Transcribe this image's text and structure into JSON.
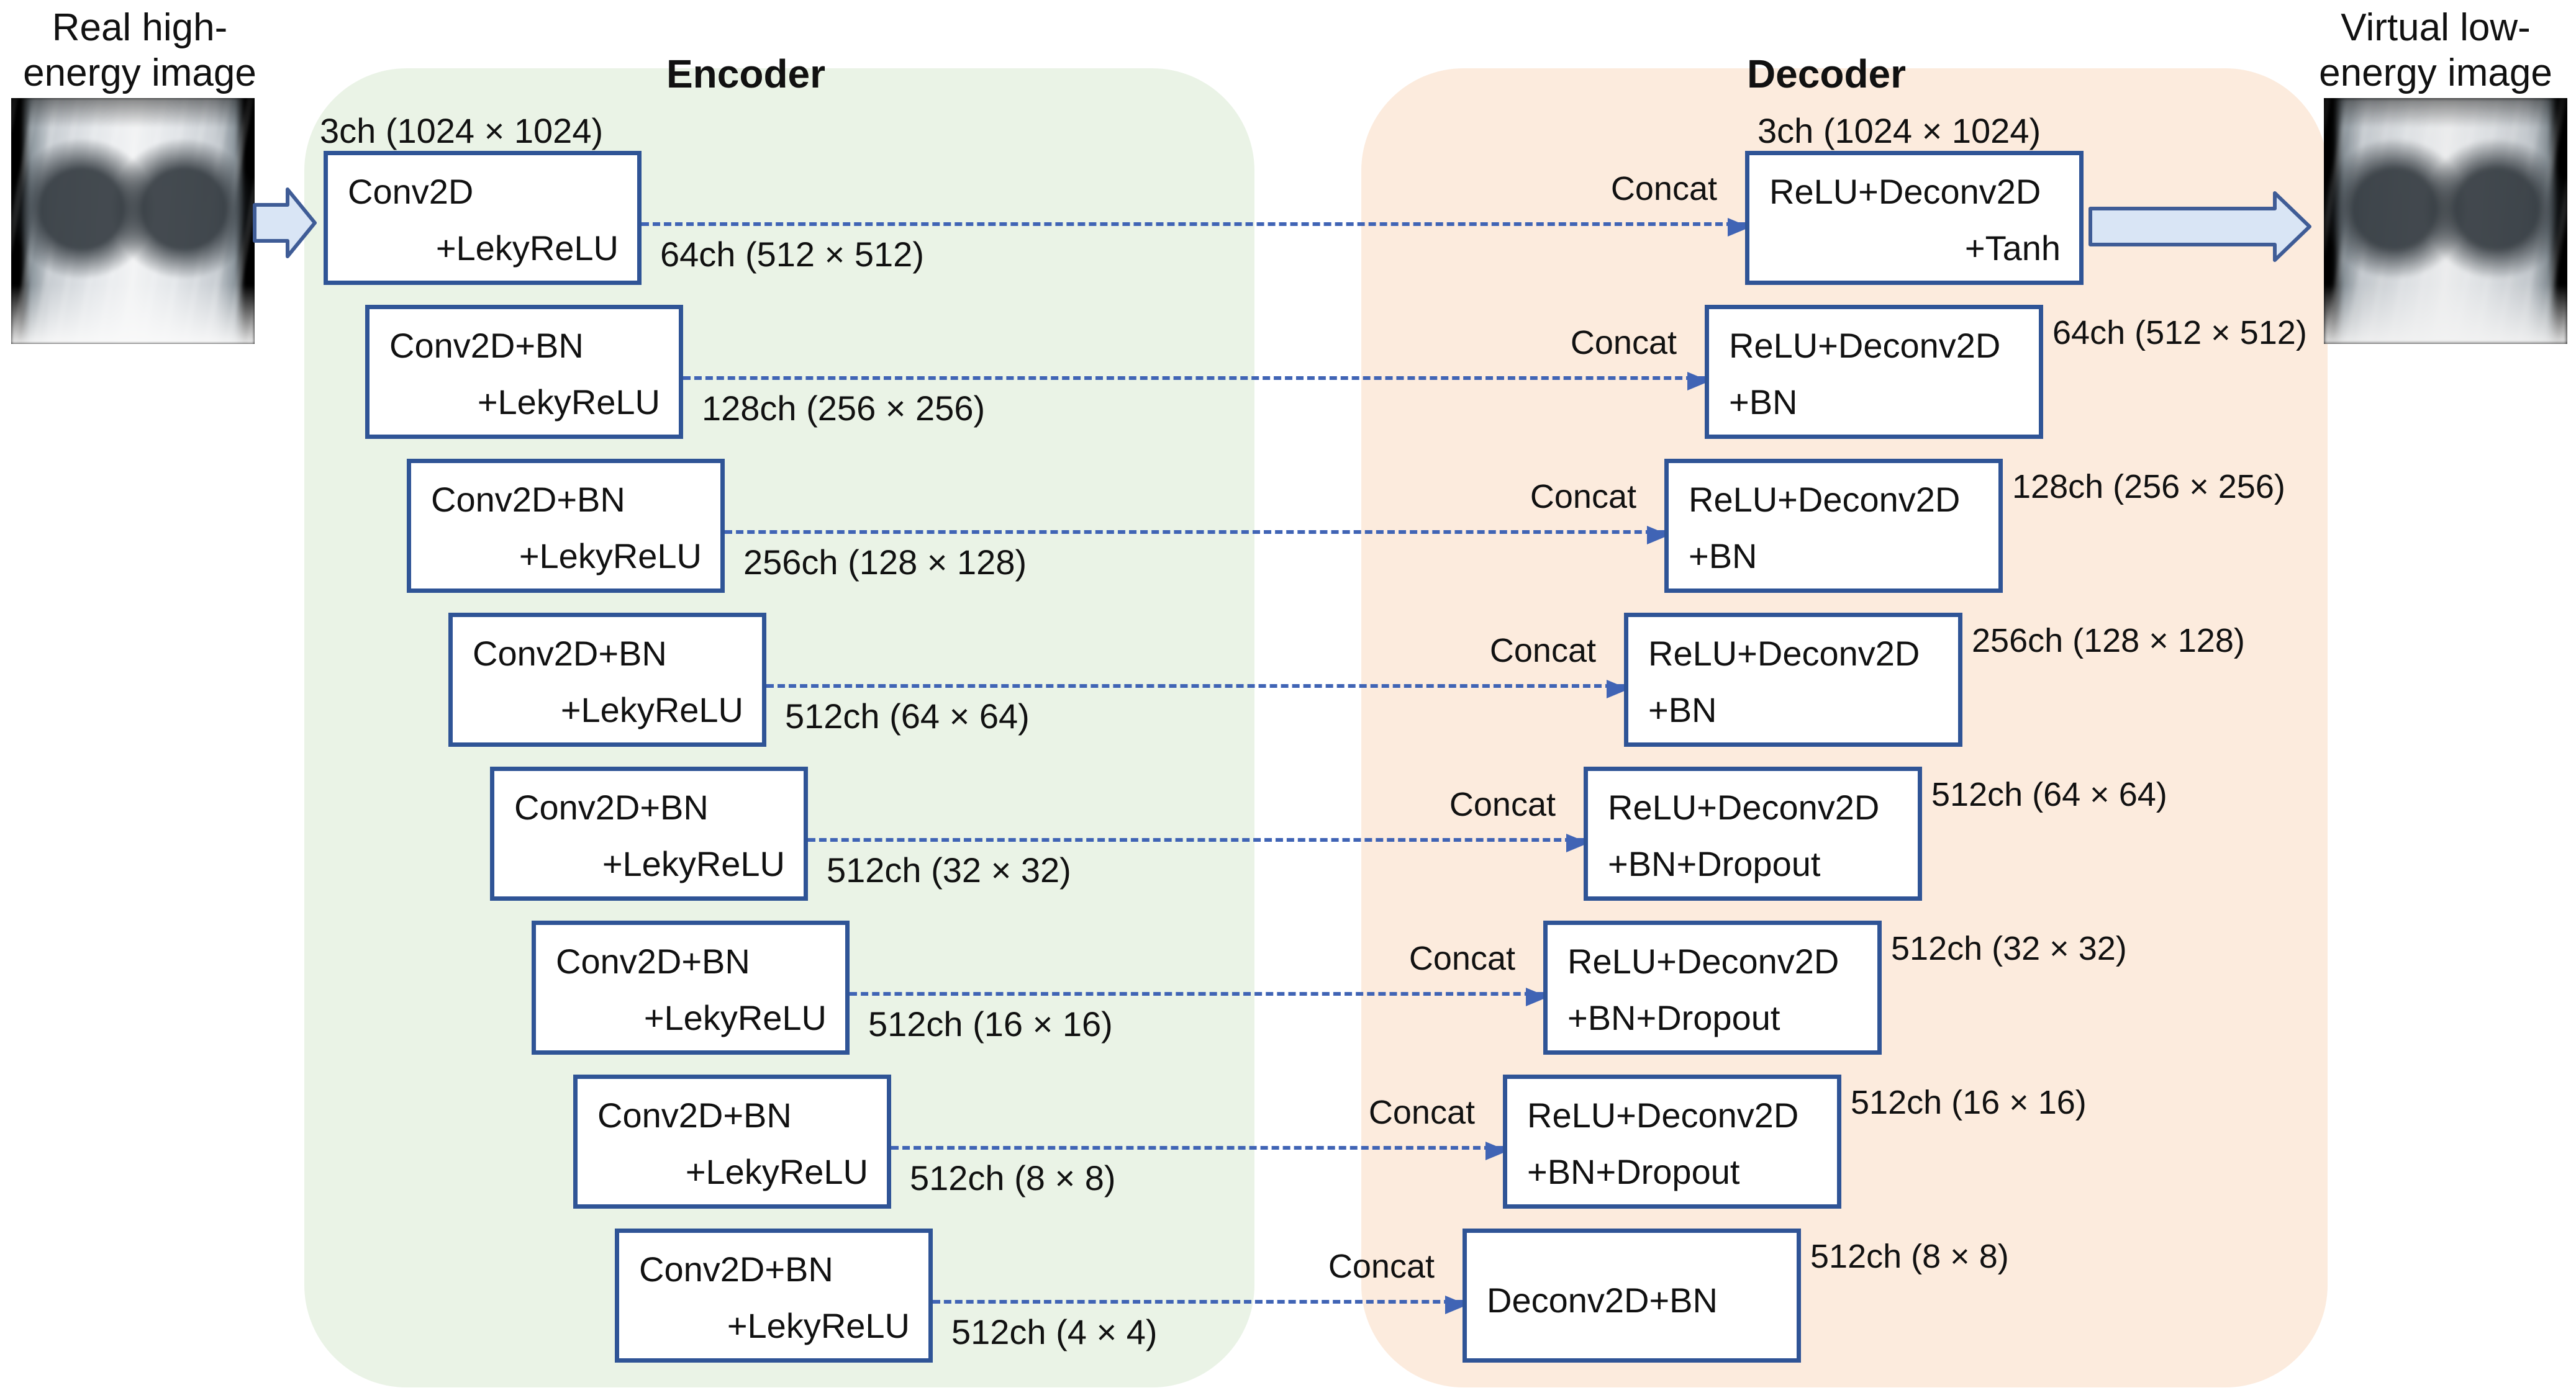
{
  "header": {
    "encoder_title": "Encoder",
    "decoder_title": "Decoder"
  },
  "io": {
    "input_label_line1": "Real high-",
    "input_label_line2": "energy image",
    "output_label_line1": "Virtual low-",
    "output_label_line2": "energy image"
  },
  "labels": {
    "concat": "Concat",
    "encoder_input_size": "3ch (1024 × 1024)"
  },
  "encoder": {
    "blocks": [
      {
        "line1": "Conv2D",
        "line2": "+LekyReLU",
        "out_size": "64ch (512 × 512)"
      },
      {
        "line1": "Conv2D+BN",
        "line2": "+LekyReLU",
        "out_size": "128ch (256 × 256)"
      },
      {
        "line1": "Conv2D+BN",
        "line2": "+LekyReLU",
        "out_size": "256ch (128 × 128)"
      },
      {
        "line1": "Conv2D+BN",
        "line2": "+LekyReLU",
        "out_size": "512ch (64 × 64)"
      },
      {
        "line1": "Conv2D+BN",
        "line2": "+LekyReLU",
        "out_size": "512ch (32 × 32)"
      },
      {
        "line1": "Conv2D+BN",
        "line2": "+LekyReLU",
        "out_size": "512ch (16 × 16)"
      },
      {
        "line1": "Conv2D+BN",
        "line2": "+LekyReLU",
        "out_size": "512ch (8 × 8)"
      },
      {
        "line1": "Conv2D+BN",
        "line2": "+LekyReLU",
        "out_size": "512ch (4 × 4)"
      }
    ]
  },
  "decoder": {
    "blocks": [
      {
        "line1": "ReLU+Deconv2D",
        "line2": "+Tanh",
        "size": "3ch (1024 × 1024)"
      },
      {
        "line1": "ReLU+Deconv2D",
        "line2": "+BN",
        "size": "64ch (512 × 512)"
      },
      {
        "line1": "ReLU+Deconv2D",
        "line2": "+BN",
        "size": "128ch (256 × 256)"
      },
      {
        "line1": "ReLU+Deconv2D",
        "line2": "+BN",
        "size": "256ch (128 × 128)"
      },
      {
        "line1": "ReLU+Deconv2D",
        "line2": "+BN+Dropout",
        "size": "512ch (64 × 64)"
      },
      {
        "line1": "ReLU+Deconv2D",
        "line2": "+BN+Dropout",
        "size": "512ch (32 × 32)"
      },
      {
        "line1": "ReLU+Deconv2D",
        "line2": "+BN+Dropout",
        "size": "512ch (16 × 16)"
      },
      {
        "line1": "Deconv2D+BN",
        "line2": "",
        "size": "512ch (8 × 8)"
      }
    ]
  },
  "colors": {
    "encoder_bg": "#eaf3e6",
    "decoder_bg": "#fcebdd",
    "box_border": "#2f5496",
    "skip_arrow": "#4064b5",
    "block_arrow_fill": "#d9e5f5",
    "block_arrow_stroke": "#3f5c96"
  }
}
